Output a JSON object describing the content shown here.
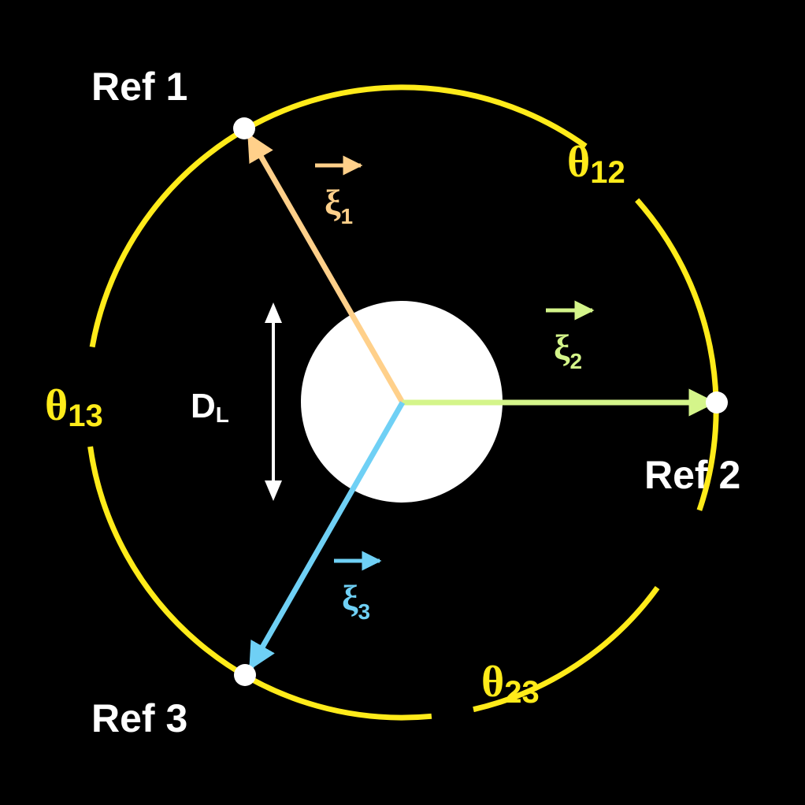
{
  "colors": {
    "background": "#000000",
    "orbit": "#ffeb1a",
    "core": "#ffffff",
    "xi1": "#ffd08a",
    "xi2": "#d4f58a",
    "xi3": "#6fd0f5",
    "label": "#ffffff"
  },
  "refs": [
    {
      "label": "Ref 1"
    },
    {
      "label": "Ref 2"
    },
    {
      "label": "Ref 3"
    }
  ],
  "angles": [
    {
      "symbol": "θ",
      "sub": "12"
    },
    {
      "symbol": "θ",
      "sub": "13"
    },
    {
      "symbol": "θ",
      "sub": "23"
    }
  ],
  "vectors": [
    {
      "symbol": "ξ",
      "sub": "1"
    },
    {
      "symbol": "ξ",
      "sub": "2"
    },
    {
      "symbol": "ξ",
      "sub": "3"
    }
  ],
  "diameter": {
    "symbol": "D",
    "sub": "L"
  }
}
